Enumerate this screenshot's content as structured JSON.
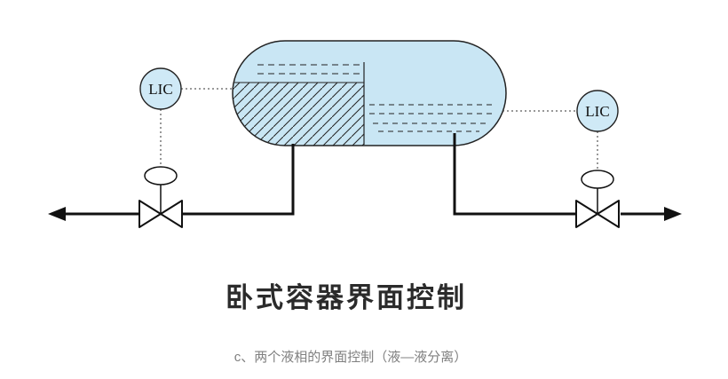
{
  "diagram": {
    "title": "卧式容器界面控制",
    "caption": "c、两个液相的界面控制（液—液分离）",
    "instruments": {
      "left_controller": "LIC",
      "right_controller": "LIC"
    },
    "colors": {
      "vessel_fill": "#c9e6f4",
      "instrument_fill": "#cfe9f6",
      "line": "#1a1a1a",
      "title": "#2b2b2b",
      "caption": "#808080"
    }
  }
}
